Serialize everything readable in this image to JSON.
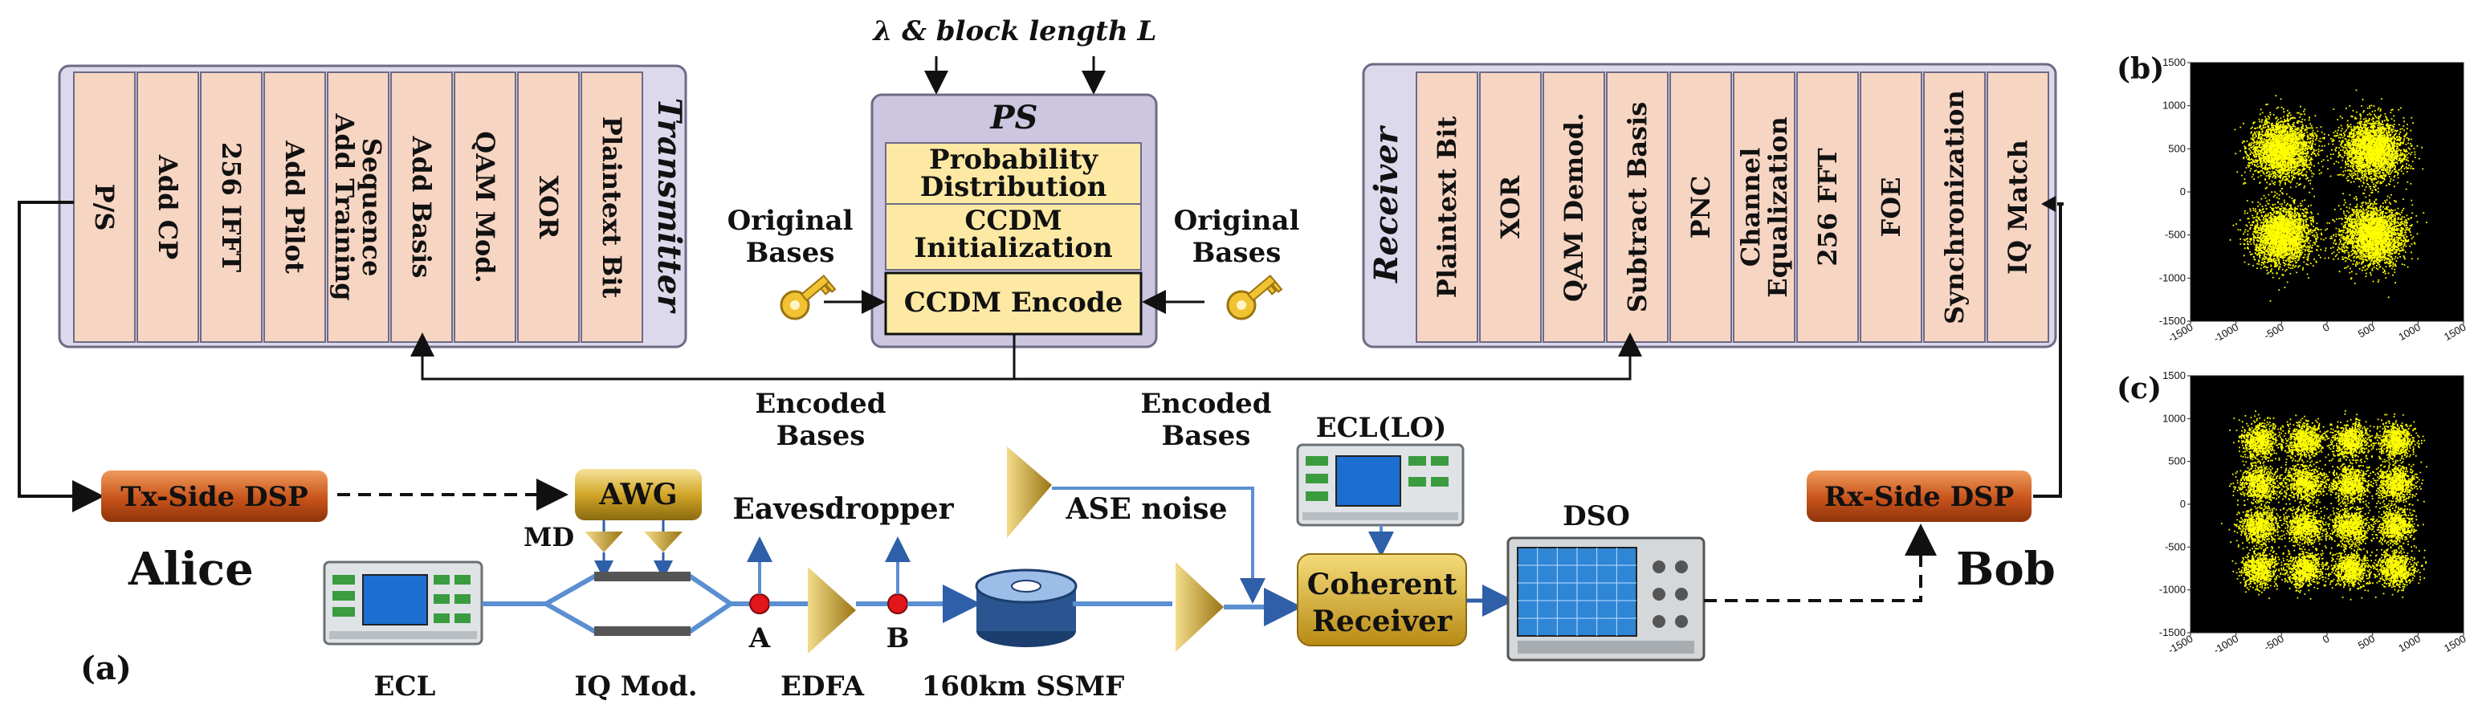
{
  "transmitter": {
    "title": "Transmitter",
    "blocks": [
      "P/S",
      "Add CP",
      "256 IFFT",
      "Add Pilot",
      "Add Training Sequence",
      "Add Basis",
      "QAM Mod.",
      "XOR",
      "Plaintext Bit"
    ]
  },
  "receiver": {
    "title": "Receiver",
    "blocks": [
      "Plaintext Bit",
      "XOR",
      "QAM Demod.",
      "Subtract Basis",
      "PNC",
      "Channel Equalization",
      "256 FFT",
      "FOE",
      "Synchronization",
      "IQ Match"
    ]
  },
  "ps": {
    "title": "PS",
    "input_label": "λ & block length L",
    "rows": [
      "Probability Distribution",
      "CCDM Initialization",
      "CCDM Encode"
    ],
    "left_key_label": "Original Bases",
    "right_key_label": "Original Bases"
  },
  "encoded_bases": [
    "Encoded Bases",
    "Encoded Bases"
  ],
  "setup": {
    "tx_dsp": "Tx-Side DSP",
    "rx_dsp": "Rx-Side DSP",
    "awg": "AWG",
    "alice": "Alice",
    "bob": "Bob",
    "md": "MD",
    "eavesdropper": "Eavesdropper",
    "ase_noise": "ASE noise",
    "ecl_lo": "ECL(LO)",
    "dso": "DSO",
    "coherent_receiver": "Coherent Receiver",
    "point_a": "A",
    "point_b": "B",
    "ecl": "ECL",
    "iq_mod": "IQ Mod.",
    "edfa": "EDFA",
    "fiber": "160km SSMF",
    "panel_a": "(a)"
  },
  "chart_data": [
    {
      "type": "scatter",
      "panel": "(b)",
      "constellation": "4 clusters",
      "cluster_centers": [
        [
          -500,
          500
        ],
        [
          500,
          500
        ],
        [
          -500,
          -500
        ],
        [
          500,
          -500
        ]
      ],
      "xlim": [
        -1500,
        1500
      ],
      "ylim": [
        -1500,
        1500
      ],
      "xticks": [
        "-1500",
        "-1000",
        "-500",
        "0",
        "500",
        "1000",
        "1500"
      ],
      "yticks": [
        "1500",
        "1000",
        "500",
        "0",
        "-500",
        "-1000",
        "-1500"
      ],
      "point_color": "#ffff00",
      "background": "#000000"
    },
    {
      "type": "scatter",
      "panel": "(c)",
      "constellation": "16 clusters",
      "cluster_centers": [
        [
          -750,
          750
        ],
        [
          -250,
          750
        ],
        [
          250,
          750
        ],
        [
          750,
          750
        ],
        [
          -750,
          250
        ],
        [
          -250,
          250
        ],
        [
          250,
          250
        ],
        [
          750,
          250
        ],
        [
          -750,
          -250
        ],
        [
          -250,
          -250
        ],
        [
          250,
          -250
        ],
        [
          750,
          -250
        ],
        [
          -750,
          -750
        ],
        [
          -250,
          -750
        ],
        [
          250,
          -750
        ],
        [
          750,
          -750
        ]
      ],
      "xlim": [
        -1500,
        1500
      ],
      "ylim": [
        -1500,
        1500
      ],
      "xticks": [
        "-1500",
        "-1000",
        "-500",
        "0",
        "500",
        "1000",
        "1500"
      ],
      "yticks": [
        "1500",
        "1000",
        "500",
        "0",
        "-500",
        "-1000",
        "-1500"
      ],
      "point_color": "#ffff00",
      "background": "#000000"
    }
  ],
  "colors": {
    "dsp_block": "#f7d5c3",
    "panel_bg": "#ddd9ec",
    "ps_row": "#fde9a4",
    "awg": "#c9a227",
    "dsp_button": "#c8531a",
    "fiber": "#5b8fd1"
  }
}
